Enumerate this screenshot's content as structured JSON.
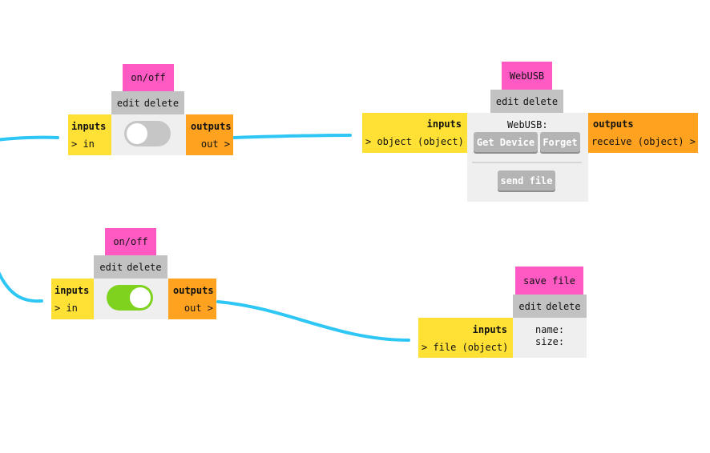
{
  "colors": {
    "wire": "#2ec7f5",
    "title": "#ff5ac4",
    "inputs": "#ffe135",
    "outputs": "#ffa21f",
    "edit_bar": "#c2c2c2",
    "body": "#efefef",
    "toggle_off": "#c6c6c6",
    "toggle_on": "#7fd21e"
  },
  "nodes": {
    "onoff1": {
      "title": "on/off",
      "edit": "edit",
      "delete": "delete",
      "inputs_label": "inputs",
      "input_port": "> in",
      "outputs_label": "outputs",
      "output_port": "out >",
      "toggle_state": "off"
    },
    "webusb": {
      "title": "WebUSB",
      "edit": "edit",
      "delete": "delete",
      "inputs_label": "inputs",
      "input_port": "> object (object)",
      "outputs_label": "outputs",
      "output_port": "receive (object) >",
      "body_label": "WebUSB:",
      "get_device": "Get Device",
      "forget": "Forget",
      "send_file": "send file"
    },
    "onoff2": {
      "title": "on/off",
      "edit": "edit",
      "delete": "delete",
      "inputs_label": "inputs",
      "input_port": "> in",
      "outputs_label": "outputs",
      "output_port": "out >",
      "toggle_state": "on"
    },
    "savefile": {
      "title": "save file",
      "edit": "edit",
      "delete": "delete",
      "inputs_label": "inputs",
      "input_port": "> file (object)",
      "name_label": "name:",
      "size_label": "size:"
    }
  }
}
